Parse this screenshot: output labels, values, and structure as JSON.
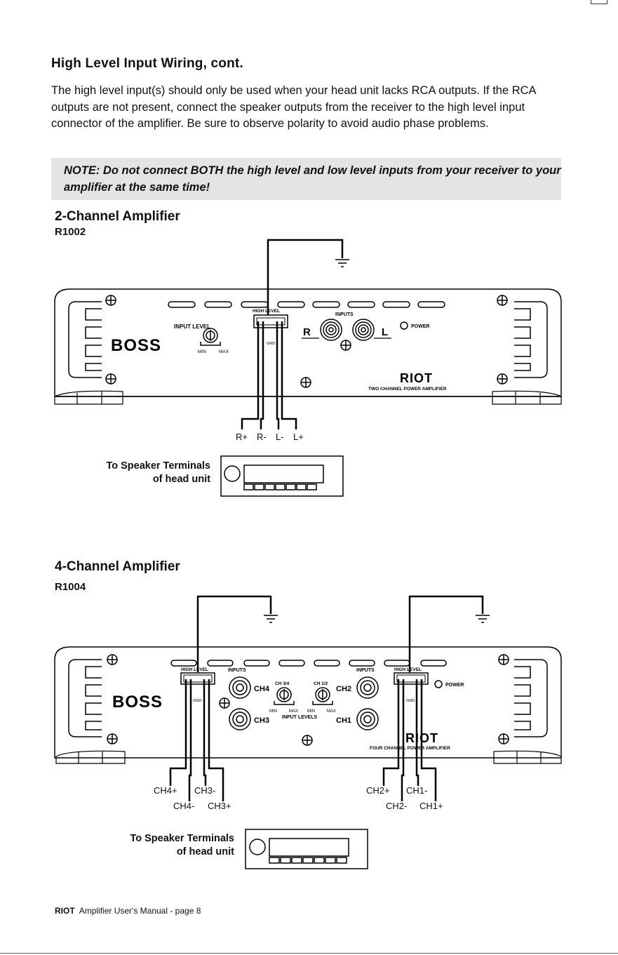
{
  "page": {
    "heading": "High Level Input Wiring, cont.",
    "intro": "The high level input(s) should only be used when your head unit lacks RCA outputs. If the RCA outputs are not present, connect the speaker outputs from the receiver to the high level input connector of the amplifier. Be sure to observe polarity to avoid audio phase problems.",
    "note": "NOTE: Do not connect BOTH the high level and low level inputs from your receiver to your amplifier at the same time!"
  },
  "two_channel": {
    "title": "2-Channel Amplifier",
    "model": "R1002",
    "brand": "BOSS",
    "input_level": "INPUT LEVEL",
    "min": "MIN",
    "max": "MAX",
    "high_level": "HIGH LEVEL",
    "gnd": "GND",
    "inputs": "INPUTS",
    "r": "R",
    "l": "L",
    "power": "POWER",
    "riot": "RIOT",
    "subtitle": "TWO CHANNEL POWER AMPLIFIER",
    "wires": [
      "R+",
      "R-",
      "L-",
      "L+"
    ],
    "head_unit_line1": "To Speaker Terminals",
    "head_unit_line2": "of head unit"
  },
  "four_channel": {
    "title": "4-Channel Amplifier",
    "model": "R1004",
    "brand": "BOSS",
    "high_level": "HIGH LEVEL",
    "gnd": "GND",
    "inputs": "INPUTS",
    "ch4": "CH4",
    "ch3": "CH3",
    "ch2": "CH2",
    "ch1": "CH1",
    "ch34": "CH 3/4",
    "ch12": "CH 1/2",
    "min": "MIN",
    "max": "MAX",
    "input_levels": "INPUT LEVELS",
    "power": "POWER",
    "riot": "RIOT",
    "subtitle": "FOUR CHANNEL POWER AMPLIFIER",
    "wires_left_top": [
      "CH4+",
      "CH3-"
    ],
    "wires_left_bottom": [
      "CH4-",
      "CH3+"
    ],
    "wires_right_top": [
      "CH2+",
      "CH1-"
    ],
    "wires_right_bottom": [
      "CH2-",
      "CH1+"
    ],
    "head_unit_line1": "To Speaker Terminals",
    "head_unit_line2": "of head unit"
  },
  "footer": {
    "brand": "RIOT",
    "text": "Amplifier User's Manual - page 8"
  }
}
